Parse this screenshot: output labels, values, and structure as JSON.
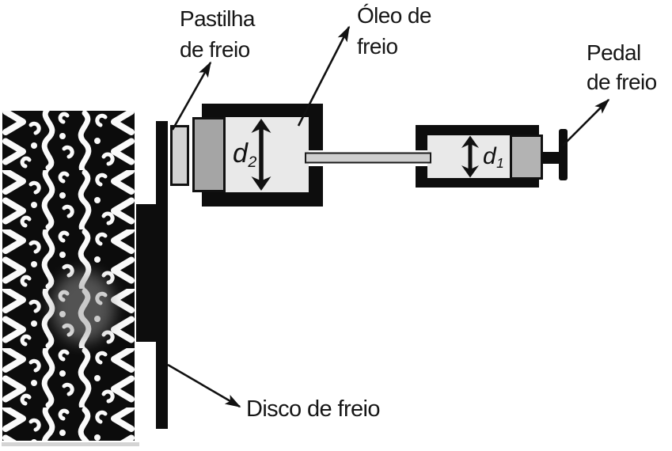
{
  "figure": {
    "type": "hydraulic-disc-brake-schematic",
    "labels": {
      "pastilha_line1": "Pastilha",
      "pastilha_line2": "de freio",
      "oleo_line1": "Óleo de",
      "oleo_line2": "freio",
      "pedal_line1": "Pedal",
      "pedal_line2": "de freio",
      "disco": "Disco de freio",
      "d2_base": "d",
      "d2_sub": "2",
      "d1_base": "d",
      "d1_sub": "1"
    },
    "colors": {
      "ink_black": "#0d0d0d",
      "text_black": "#161616",
      "brake_pad_gray": "#d2d2d2",
      "caliper_piston_gray": "#a5a5a5",
      "master_piston_gray": "#b3b3b3",
      "fluid_light_gray": "#e9e9e9",
      "rod_gray": "#cfcfcf",
      "tread_white": "#fafafa",
      "background": "#ffffff"
    }
  }
}
